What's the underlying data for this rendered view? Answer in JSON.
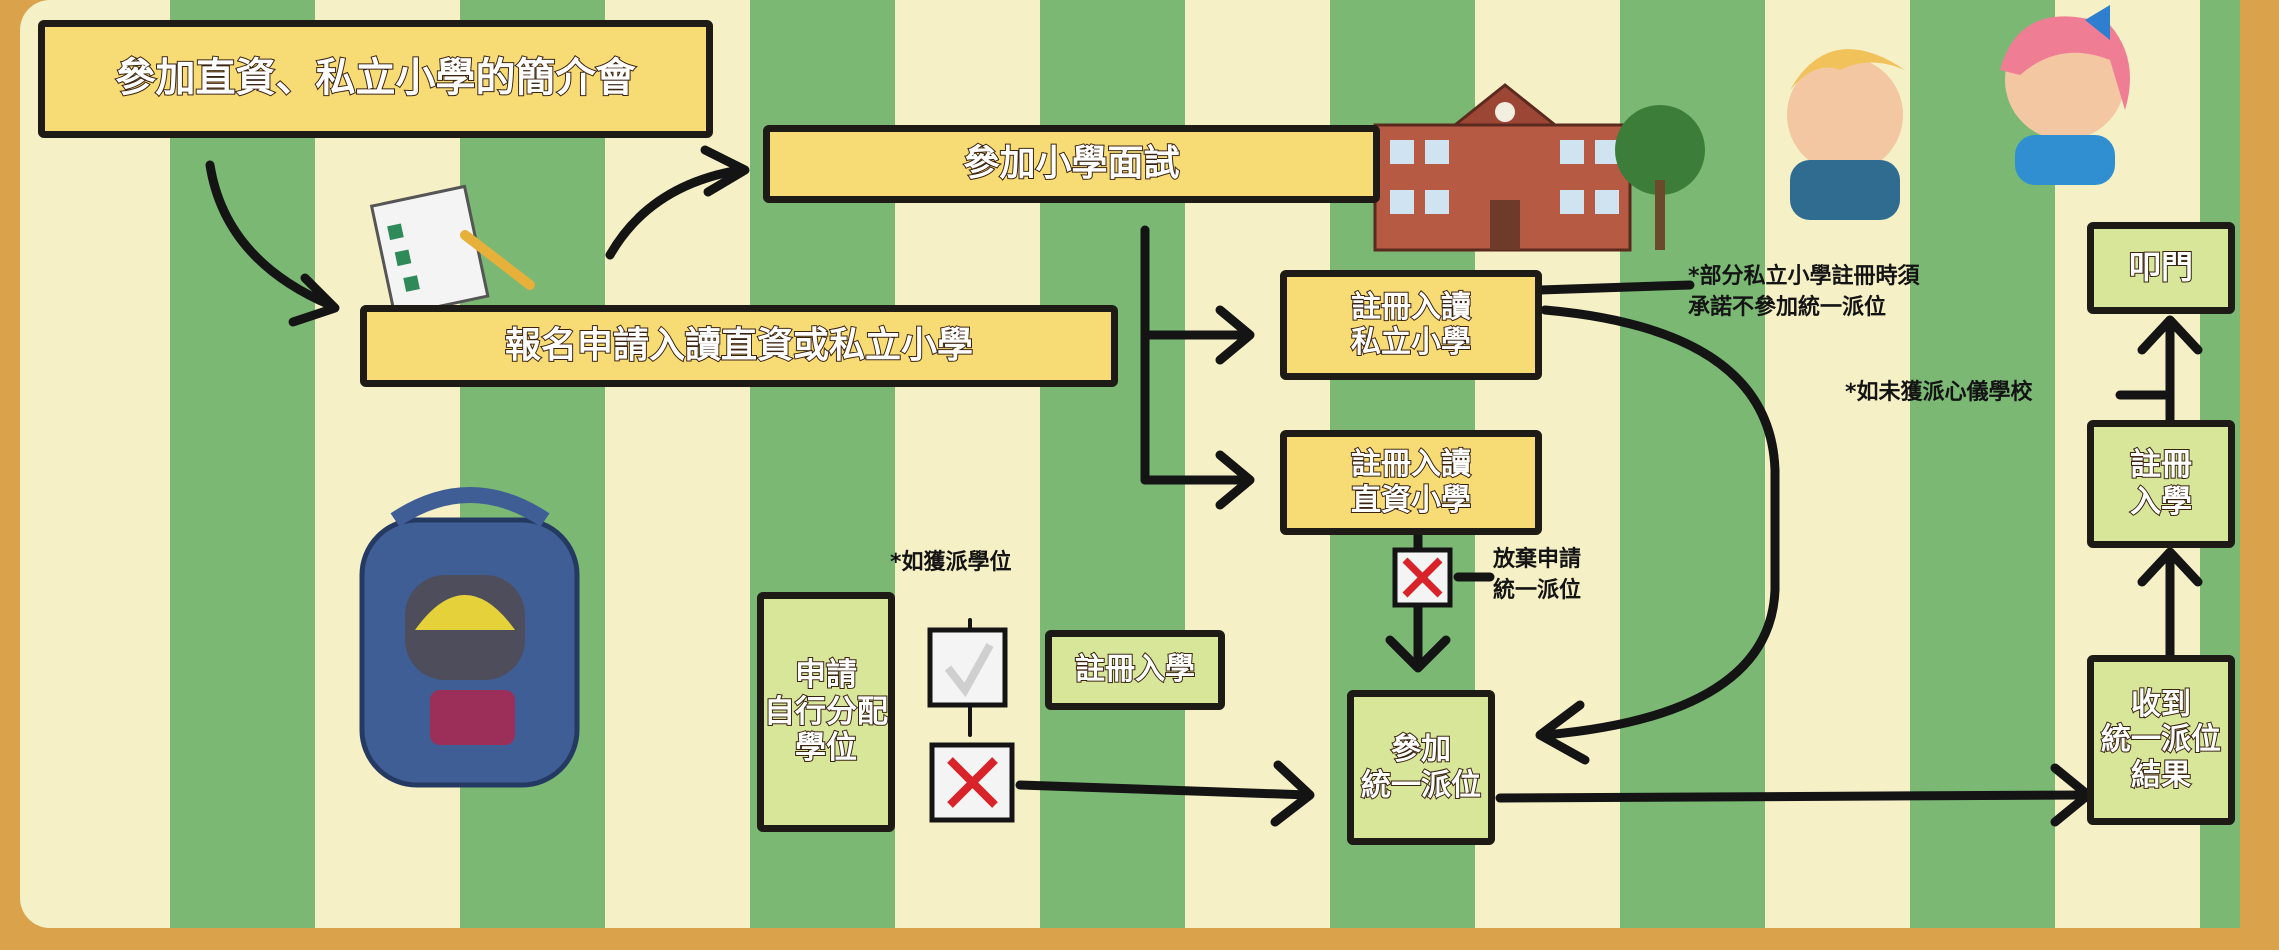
{
  "colors": {
    "frame": "#d9a24b",
    "stripe_green": "#7ab874",
    "stripe_cream": "#f6f0c6",
    "box_yellow": "#f7dc76",
    "box_green": "#d8e69a",
    "outline": "#1e1a15",
    "cross_red": "#d8232a"
  },
  "steps": {
    "briefing": "參加直資、私立小學的簡介會",
    "interview": "參加小學面試",
    "apply": "報名申請入讀直資或私立小學",
    "register_private": "註冊入讀\n私立小學",
    "register_dss": "註冊入讀\n直資小學",
    "discretionary": "申請\n自行分配\n學位",
    "enrol": "註冊入學",
    "central_allocation": "參加\n統一派位",
    "receive_result": "收到\n統一派位\n結果",
    "register_enrol": "註冊\n入學",
    "knock_door": "叩門"
  },
  "notes": {
    "private_commitment": "*部分私立小學註冊時須\n    承諾不參加統一派位",
    "if_offered": "*如獲派學位",
    "give_up": "放棄申請\n統一派位",
    "if_not_allocated": "*如未獲派心儀學校"
  },
  "illustrations": [
    "school-building",
    "boy-waving",
    "girl-waving",
    "backpack",
    "application-form"
  ]
}
